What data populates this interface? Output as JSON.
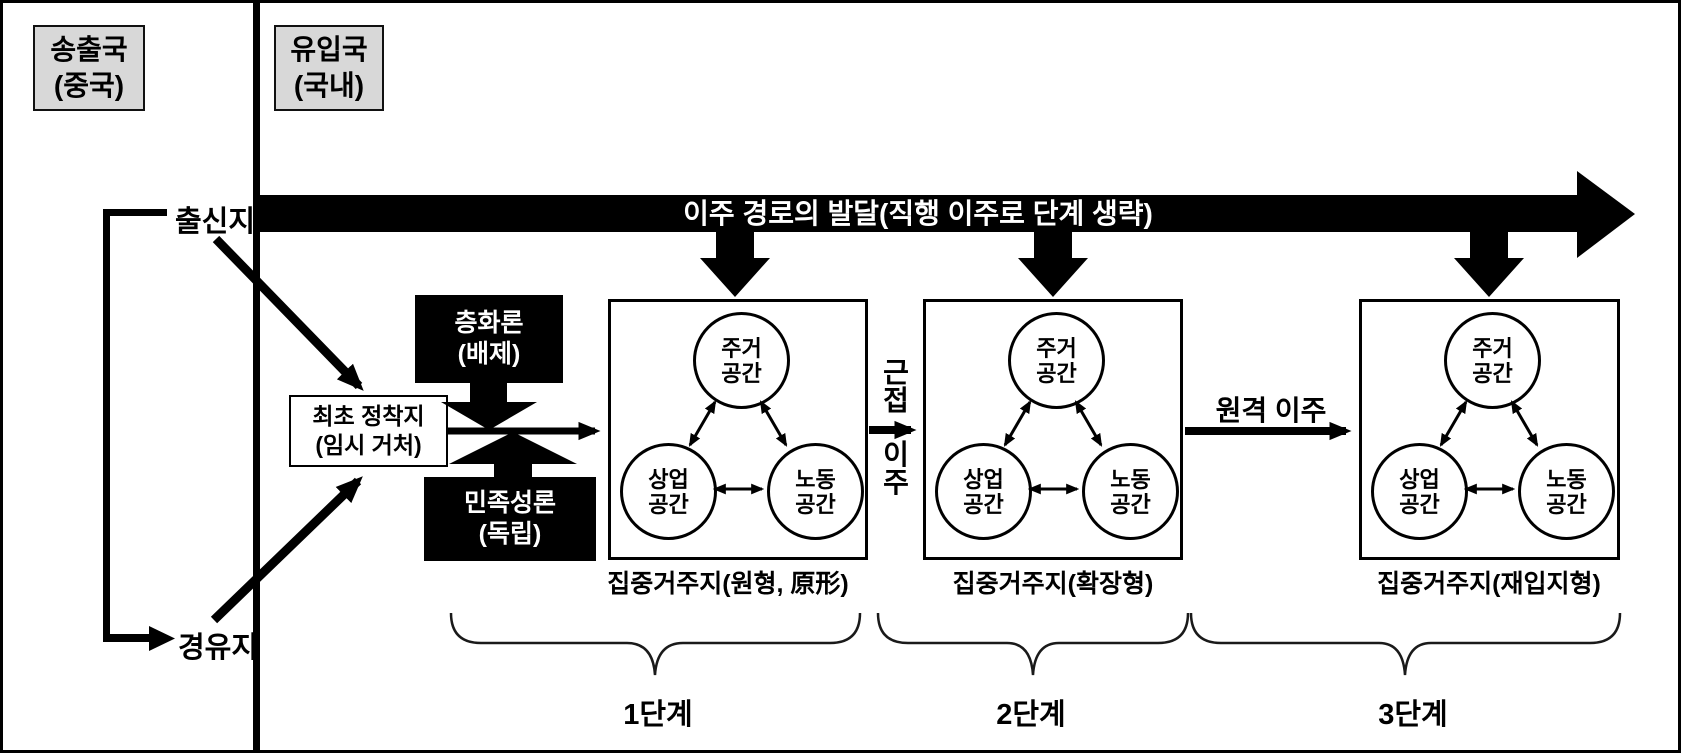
{
  "header": {
    "sending_country": {
      "line1": "송출국",
      "line2": "(중국)"
    },
    "receiving_country": {
      "line1": "유입국",
      "line2": "(국내)"
    }
  },
  "top_arrow_label": "이주 경로의 발달(직행 이주로 단계 생략)",
  "origin": {
    "label": "출신지"
  },
  "transit": {
    "label": "경유지"
  },
  "first_settlement": {
    "line1": "최초 정착지",
    "line2": "(임시 거처)"
  },
  "theory_top": {
    "line1": "층화론",
    "line2": "(배제)"
  },
  "theory_bottom": {
    "line1": "민족성론",
    "line2": "(독립)"
  },
  "link_proximate": {
    "top": "근접",
    "bottom": "이주"
  },
  "link_remote": "원격 이주",
  "circle_labels": {
    "residential": {
      "l1": "주거",
      "l2": "공간"
    },
    "commercial": {
      "l1": "상업",
      "l2": "공간"
    },
    "labor": {
      "l1": "노동",
      "l2": "공간"
    }
  },
  "stages": [
    {
      "caption": "집중거주지(원형, 原形)",
      "step": "1단계"
    },
    {
      "caption": "집중거주지(확장형)",
      "step": "2단계"
    },
    {
      "caption": "집중거주지(재입지형)",
      "step": "3단계"
    }
  ],
  "colors": {
    "ink": "#000000",
    "panel_gray": "#d8d8d8",
    "bar_text": "#ffffff"
  }
}
